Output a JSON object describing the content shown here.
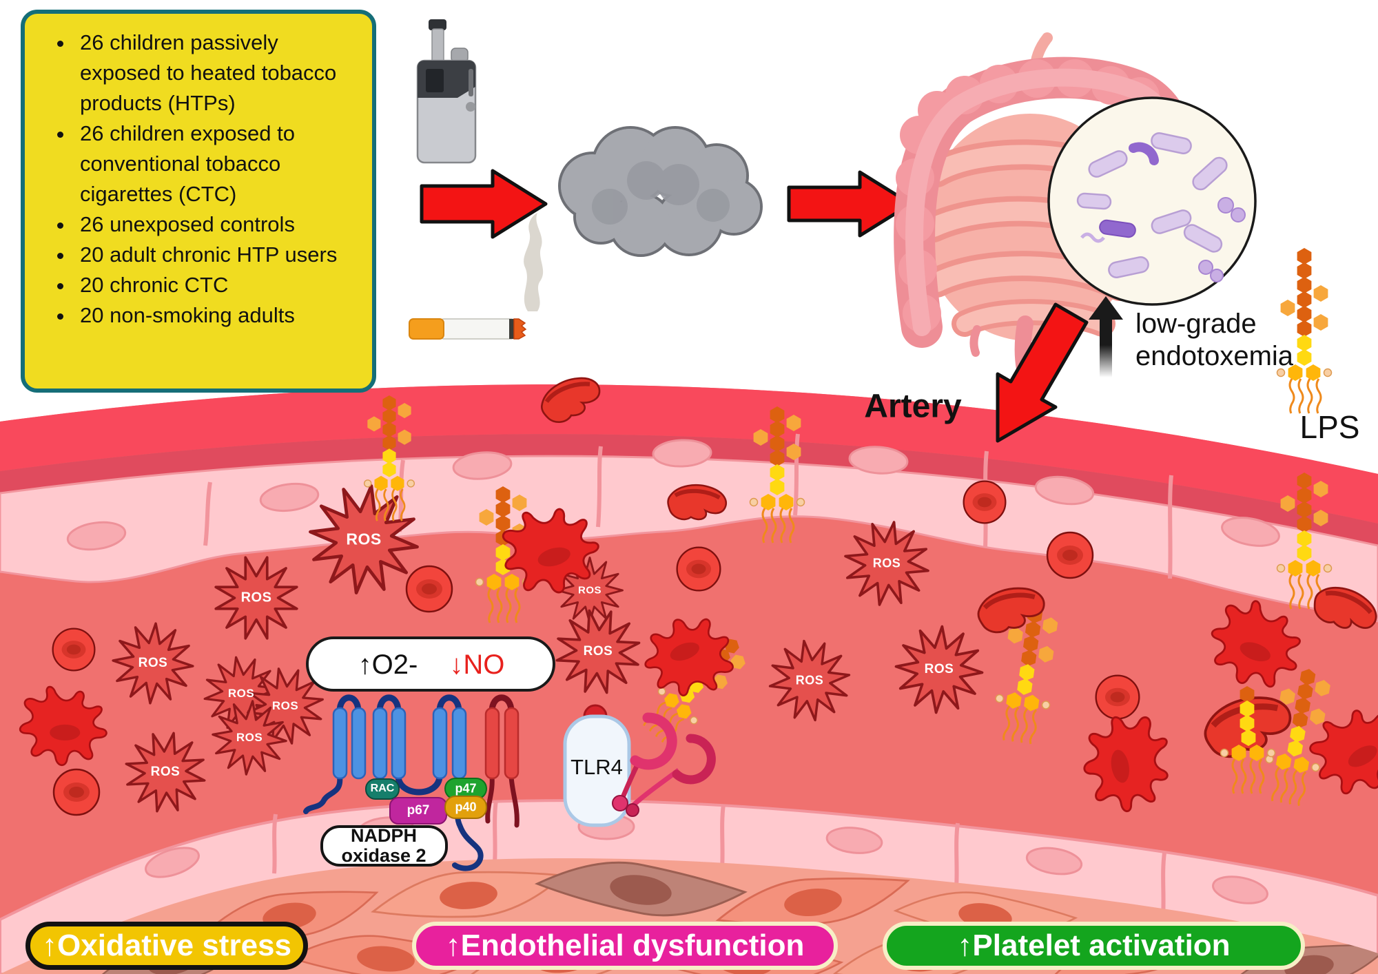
{
  "study_box": {
    "items": [
      "26 children passively exposed to heated tobacco products (HTPs)",
      "26 children exposed to conventional tobacco cigarettes (CTC)",
      "26 unexposed controls",
      "20 adult chronic HTP users",
      "20 chronic CTC",
      "20 non-smoking adults"
    ]
  },
  "flow": {
    "artery_label": "Artery",
    "endotoxemia_label": "low-grade endotoxemia",
    "lps_label": "LPS"
  },
  "artery": {
    "ros_label": "ROS",
    "o2_label": "↑O2-",
    "no_label": "↓NO",
    "tlr4_label": "TLR4",
    "nadph_label": "NADPH oxidase 2",
    "subunits": {
      "rac": "RAC",
      "p67": "p67",
      "p47": "p47",
      "p40": "p40"
    }
  },
  "outcomes": {
    "oxidative": "↑Oxidative stress",
    "endothelial": "↑Endothelial dysfunction",
    "platelet": "↑Platelet activation"
  },
  "colors": {
    "highlight_yellow": "#F0DC20",
    "teal_border": "#156E78",
    "arrow_red": "#F31414",
    "ros_red": "#E5504D",
    "artery_wall": "#F9495C",
    "lumen": "#F0716F",
    "endothelium": "#FFC9CE",
    "oxidative_pill": "#F2C502",
    "endothelial_pill": "#E8219D",
    "platelet_pill": "#14A51E",
    "lps_orange": "#EF8A1C",
    "tlr4_fill": "#F1F6FC"
  }
}
